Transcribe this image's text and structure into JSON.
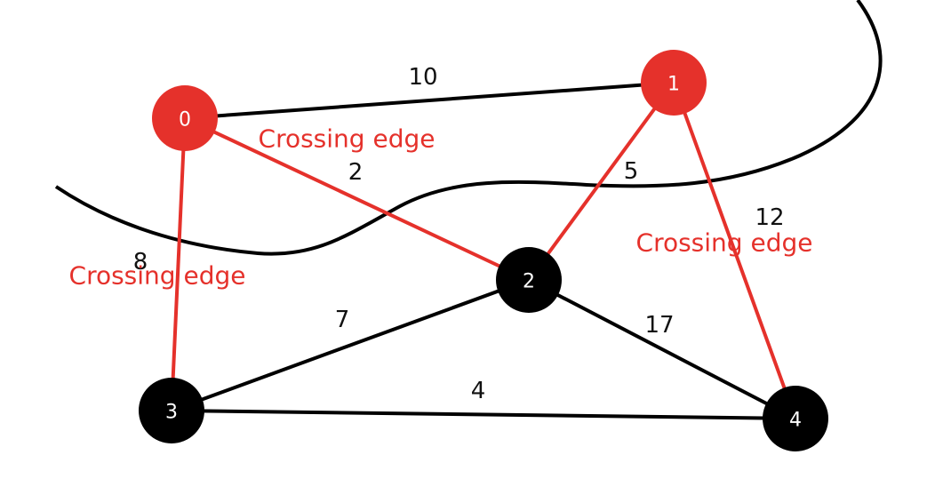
{
  "colors": {
    "red": "#e5312b",
    "black": "#000000",
    "background": "#ffffff"
  },
  "nodes": [
    {
      "id": "0",
      "label": "0",
      "color": "red"
    },
    {
      "id": "1",
      "label": "1",
      "color": "red"
    },
    {
      "id": "2",
      "label": "2",
      "color": "black"
    },
    {
      "id": "3",
      "label": "3",
      "color": "black"
    },
    {
      "id": "4",
      "label": "4",
      "color": "black"
    }
  ],
  "edges": [
    {
      "from": "0",
      "to": "1",
      "weight": "10",
      "crossing": false
    },
    {
      "from": "0",
      "to": "2",
      "weight": "2",
      "crossing": true
    },
    {
      "from": "1",
      "to": "2",
      "weight": "5",
      "crossing": true
    },
    {
      "from": "1",
      "to": "4",
      "weight": "12",
      "crossing": true
    },
    {
      "from": "0",
      "to": "3",
      "weight": "8",
      "crossing": true
    },
    {
      "from": "2",
      "to": "3",
      "weight": "7",
      "crossing": false
    },
    {
      "from": "2",
      "to": "4",
      "weight": "17",
      "crossing": false
    },
    {
      "from": "3",
      "to": "4",
      "weight": "4",
      "crossing": false
    }
  ],
  "crossing_labels": [
    "Crossing edge",
    "Crossing edge",
    "Crossing edge"
  ]
}
